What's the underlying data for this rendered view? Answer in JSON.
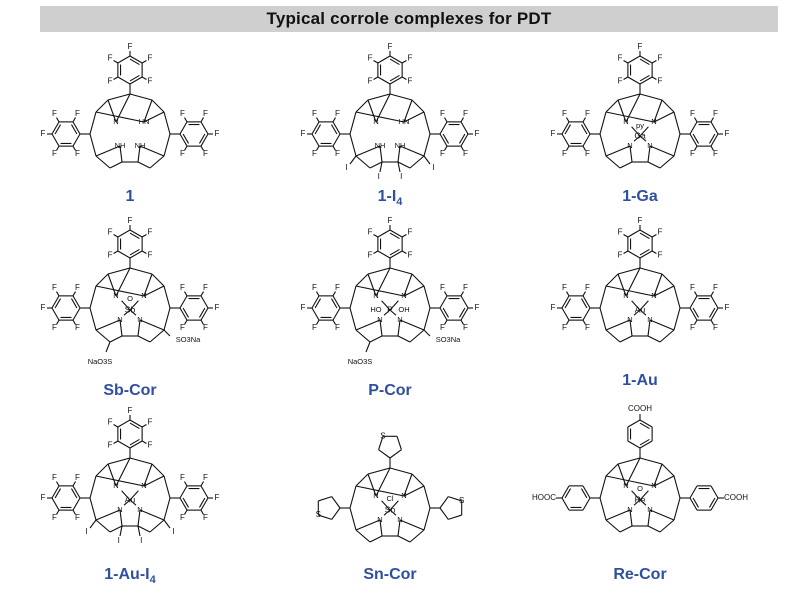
{
  "header": {
    "title": "Typical corrole complexes for PDT"
  },
  "atoms": {
    "fluorine": "F",
    "nitrogen": "N",
    "iodine": "I",
    "amine_h": "HN",
    "nh": "NH",
    "oxygen": "O",
    "chlorine": "Cl",
    "sulfonate": "SO3Na",
    "sulfonate_left": "NaO3S",
    "hydroxyl": "OH",
    "hydroxyl_left": "HO",
    "pyridine": "py",
    "carboxyl": "COOH",
    "carboxyl_left": "HOOC"
  },
  "compounds": [
    {
      "label": "1",
      "metal": "",
      "peripheral": ""
    },
    {
      "label": "1-I",
      "subscript": "4",
      "metal": "",
      "peripheral": "I"
    },
    {
      "label": "1-Ga",
      "metal": "Ga",
      "peripheral": ""
    },
    {
      "label": "Sb-Cor",
      "metal": "Sb",
      "peripheral": "SO3Na"
    },
    {
      "label": "P-Cor",
      "metal": "P",
      "peripheral": "SO3Na"
    },
    {
      "label": "1-Au",
      "metal": "Au",
      "peripheral": ""
    },
    {
      "label": "1-Au-I",
      "subscript": "4",
      "metal": "Au",
      "peripheral": "I"
    },
    {
      "label": "Sn-Cor",
      "metal": "Sn",
      "peripheral": ""
    },
    {
      "label": "Re-Cor",
      "metal": "Re",
      "peripheral": ""
    }
  ],
  "colors": {
    "caption": "#2f4f9f",
    "title_bg": "#cfcfcf",
    "bond": "#111111"
  }
}
